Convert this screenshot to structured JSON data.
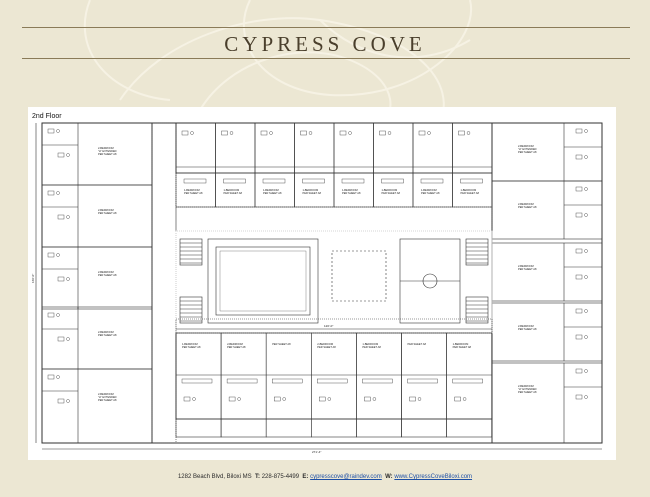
{
  "header": {
    "brand_title": "CYPRESS COVE"
  },
  "plan": {
    "floor_label": "2nd Floor",
    "dimension_width_bottom": "271'-4\"",
    "dimension_courtyard": "120'-0\"",
    "dimension_height_left": "160'-0\"",
    "unit_labels": {
      "two_bedroom_h": "2-BEDROOM \"H\" EXTENDED PER SHEET A8",
      "two_bedroom": "2-BEDROOM PER SHEET A8",
      "one_bedroom": "1-BEDROOM PER SHEET A8",
      "per_sheet": "PER SHEET A8"
    }
  },
  "footer": {
    "address": "1282 Beach Blvd, Biloxi MS",
    "phone_label": "T:",
    "phone": "228-875-4499",
    "email_label": "E:",
    "email": "cypresscove@raindev.com",
    "web_label": "W:",
    "web": "www.CypressCoveBiloxi.com"
  },
  "colors": {
    "background": "#ece7d3",
    "rule": "#8a7b58",
    "brand_text": "#4a3f2c",
    "link": "#1d4fa5"
  }
}
